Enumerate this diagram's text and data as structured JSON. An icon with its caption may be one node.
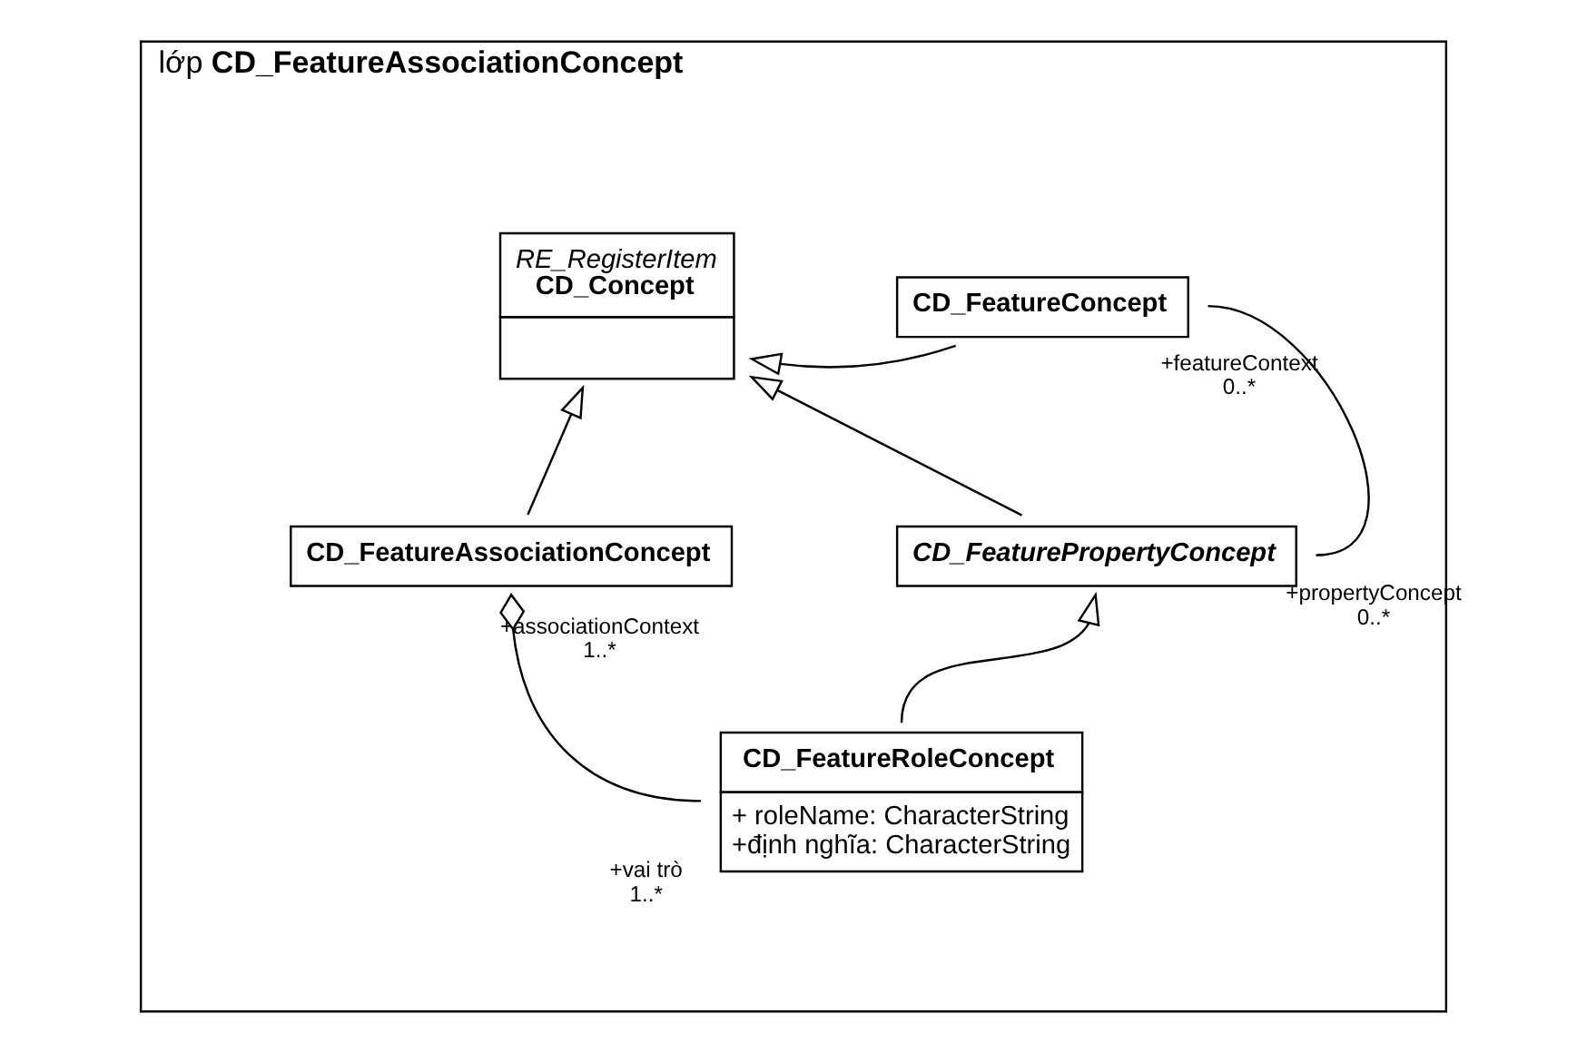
{
  "diagram": {
    "nodes": [
      {
        "text": [
          "lớp **CD_FeatureAssociationConcept**"
        ]
      },
      {
        "text": [
          "RE_RegisterItem",
          "CD_Concept"
        ],
        "in": 0
      },
      {
        "text": [
          "CD_FeatureConcept"
        ],
        "in": 0,
        "beside": [
          "+featureContext",
          "0..*"
        ]
      },
      {
        "text": [
          "CD_FeatureAssociationConcept"
        ],
        "in": 0,
        "beside": [
          "+associationContext",
          "1..*"
        ]
      },
      {
        "text": [
          "CD_FeaturePropertyConcept"
        ],
        "in": 0,
        "beside": [
          "+propertyConcept",
          "0..*"
        ]
      },
      {
        "text": [
          "CD_FeatureRoleConcept",
          "+ roleName: CharacterString",
          "+định nghĩa: CharacterString"
        ],
        "in": 0,
        "beside": [
          "+vai trò",
          "1..*"
        ]
      }
    ],
    "edges": [
      {
        "from": 2,
        "to": 1,
        "arrow": "to"
      },
      {
        "from": 3,
        "to": 1,
        "arrow": "to"
      },
      {
        "from": 4,
        "to": 1,
        "arrow": "to"
      },
      {
        "from": 5,
        "to": 4,
        "arrow": "to"
      },
      {
        "from": 5,
        "to": 3,
        "arrow": "other"
      },
      {
        "from": 2,
        "to": 4,
        "arrow": "none"
      }
    ]
  }
}
